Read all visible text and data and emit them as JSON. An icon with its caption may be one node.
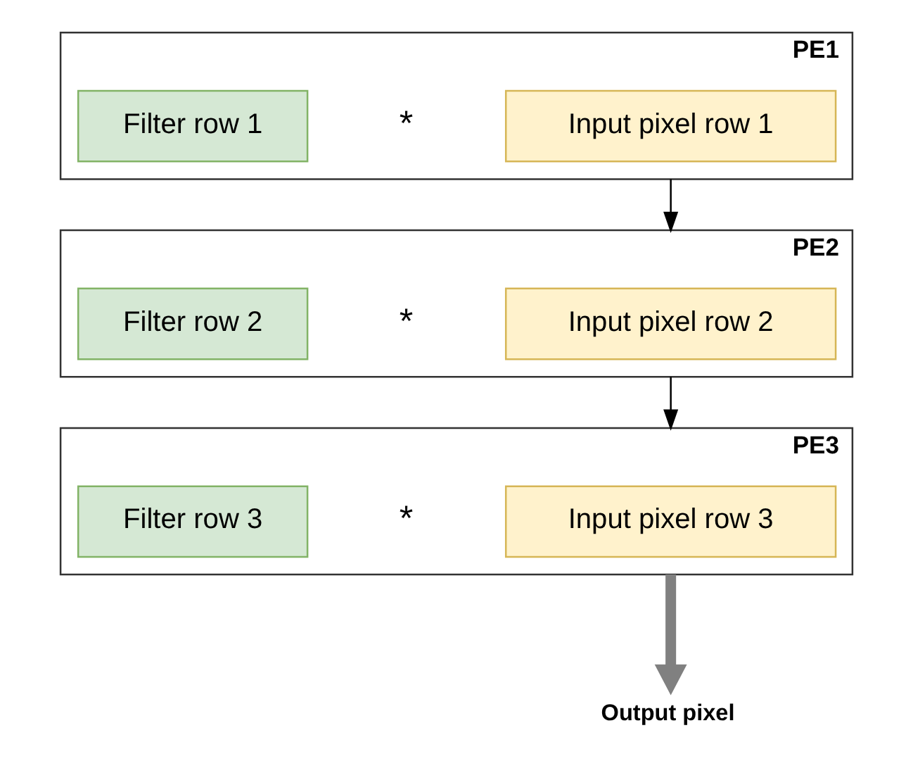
{
  "diagram": {
    "nodes": [
      {
        "text": [
          "PE1"
        ]
      },
      {
        "text": [
          "Filter row 1"
        ],
        "in": 0
      },
      {
        "text": [
          "Input pixel row 1"
        ],
        "in": 0
      },
      {
        "text": [
          "PE2"
        ]
      },
      {
        "text": [
          "Filter row 2"
        ],
        "in": 3
      },
      {
        "text": [
          "Input pixel row 2"
        ],
        "in": 3
      },
      {
        "text": [
          "PE3"
        ]
      },
      {
        "text": [
          "Filter row 3"
        ],
        "in": 6
      },
      {
        "text": [
          "Input pixel row 3"
        ],
        "in": 6
      },
      {
        "text": [
          "Output pixel"
        ]
      }
    ],
    "edges": [
      {
        "from": 0,
        "to": 3,
        "arrow": "to"
      },
      {
        "from": 3,
        "to": 6,
        "arrow": "to"
      },
      {
        "from": 6,
        "to": 9,
        "arrow": "to",
        "style": "thick",
        "color": "#808080"
      }
    ],
    "labels": [
      "*",
      "*",
      "*"
    ]
  }
}
